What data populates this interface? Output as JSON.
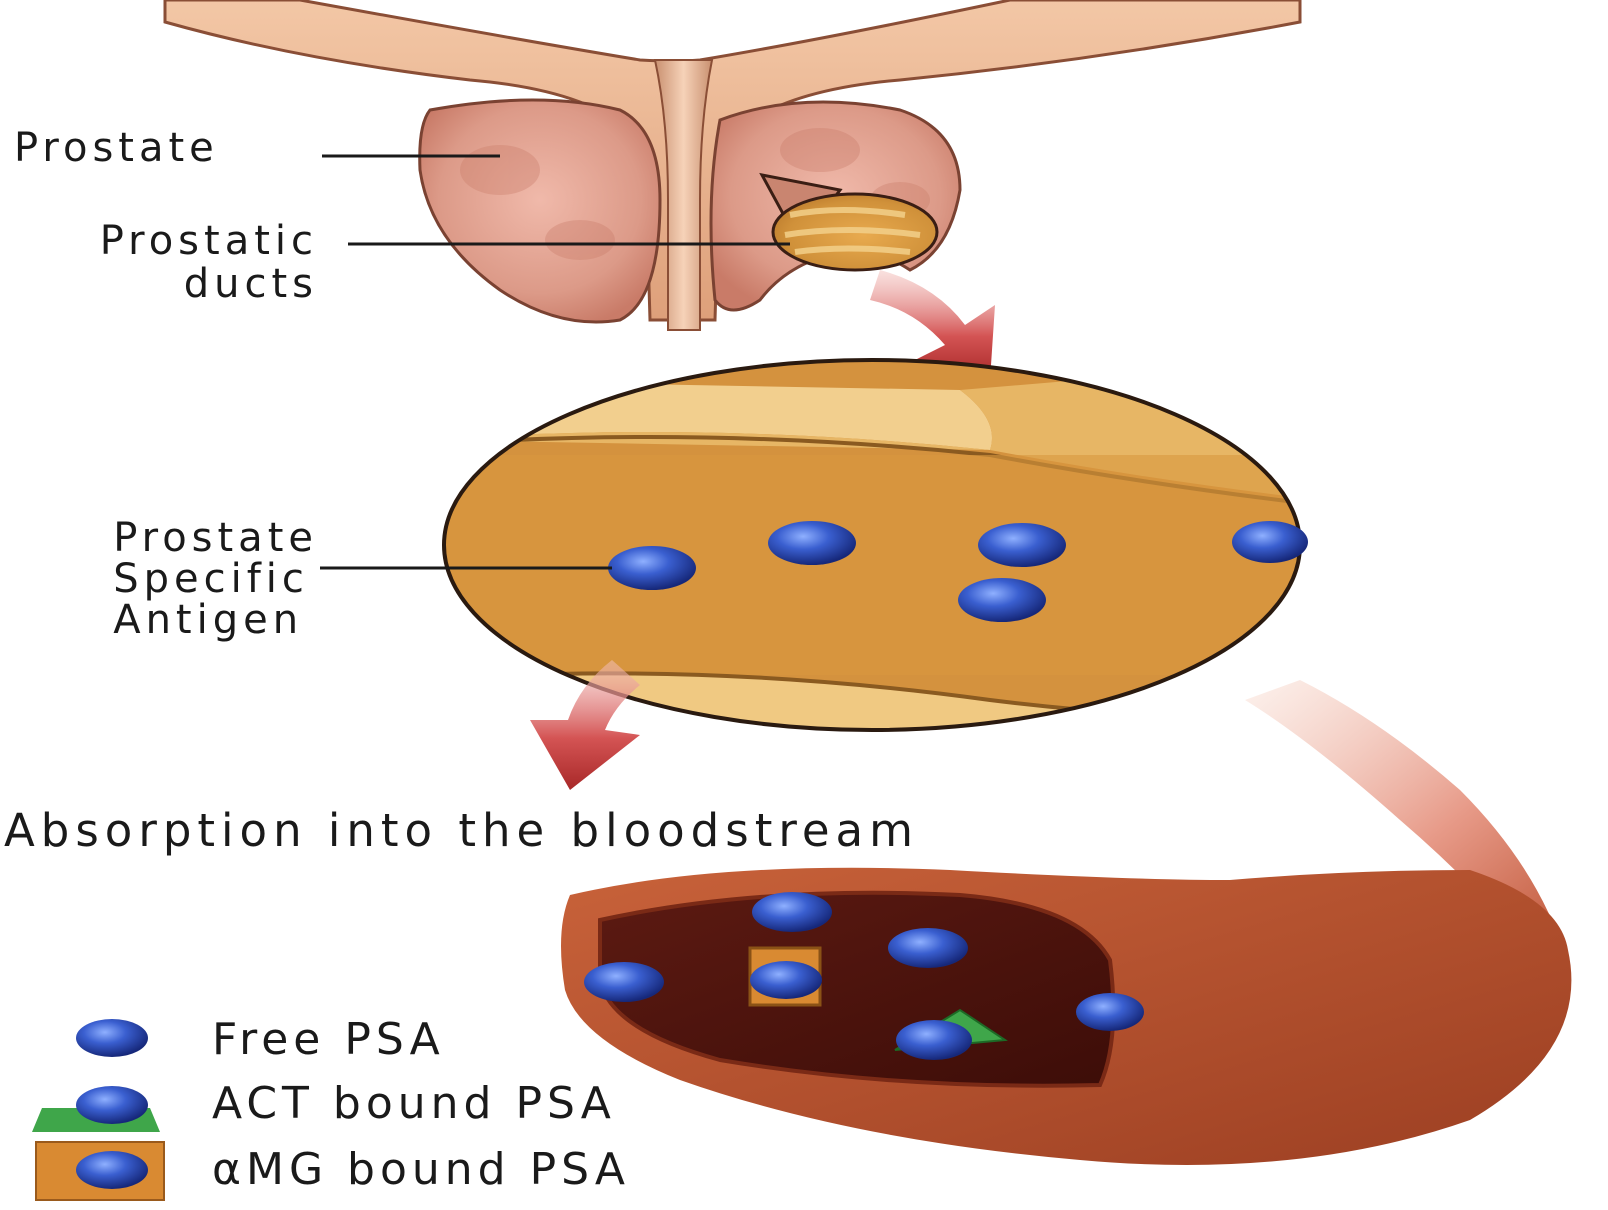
{
  "labels": {
    "prostate": "Prostate",
    "prostatic_ducts_line1": "Prostatic",
    "prostatic_ducts_line2": "ducts",
    "psa_line1": "Prostate",
    "psa_line2": "Specific",
    "psa_line3": "Antigen",
    "absorption": "Absorption into the bloodstream"
  },
  "legend": [
    {
      "label": "Free PSA",
      "icon": "free-psa-icon"
    },
    {
      "label": "ACT bound PSA",
      "icon": "act-bound-psa-icon"
    },
    {
      "label": "αMG bound PSA",
      "icon": "amg-bound-psa-icon"
    }
  ],
  "colors": {
    "psa_blue": "#3a5fd0",
    "act_green": "#3fa64a",
    "amg_orange": "#d98a32",
    "duct_gold": "#d99a3e",
    "vessel_red": "#b5532c",
    "arrow_red": "#c23a3a",
    "prostate_pink": "#e0a092"
  }
}
